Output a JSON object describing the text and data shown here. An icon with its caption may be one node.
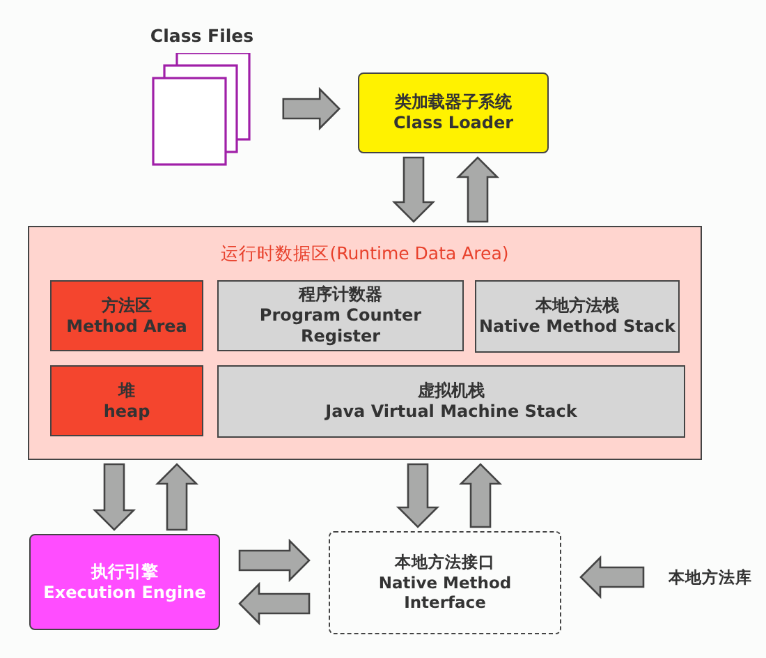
{
  "diagram": {
    "nodes": [
      {
        "text": [
          "Class Files"
        ]
      },
      {
        "text": [
          "类加载器子系统",
          "Class Loader"
        ]
      },
      {
        "text": [
          "运行时数据区(Runtime Data Area)"
        ]
      },
      {
        "text": [
          "方法区",
          "Method Area"
        ],
        "in": 2
      },
      {
        "text": [
          "程序计数器",
          "Program Counter Register"
        ],
        "in": 2
      },
      {
        "text": [
          "本地方法栈",
          "Native Method Stack"
        ],
        "in": 2
      },
      {
        "text": [
          "堆",
          "heap"
        ],
        "in": 2
      },
      {
        "text": [
          "虚拟机栈",
          "Java Virtual Machine Stack"
        ],
        "in": 2
      },
      {
        "text": [
          "执行引擎",
          "Execution Engine"
        ]
      },
      {
        "text": [
          "本地方法接口",
          "Native Method Interface"
        ]
      },
      {
        "text": [
          "本地方法库"
        ]
      }
    ],
    "edges": [
      {
        "from": 0,
        "to": 1,
        "arrow": "to"
      },
      {
        "from": 1,
        "to": 2,
        "arrow": "to"
      },
      {
        "from": 2,
        "to": 1,
        "arrow": "to"
      },
      {
        "from": 2,
        "to": 8,
        "arrow": "to"
      },
      {
        "from": 8,
        "to": 2,
        "arrow": "to"
      },
      {
        "from": 2,
        "to": 9,
        "arrow": "to"
      },
      {
        "from": 9,
        "to": 2,
        "arrow": "to"
      },
      {
        "from": 8,
        "to": 9,
        "arrow": "to"
      },
      {
        "from": 9,
        "to": 8,
        "arrow": "to"
      },
      {
        "from": 10,
        "to": 9,
        "arrow": "to"
      }
    ]
  }
}
